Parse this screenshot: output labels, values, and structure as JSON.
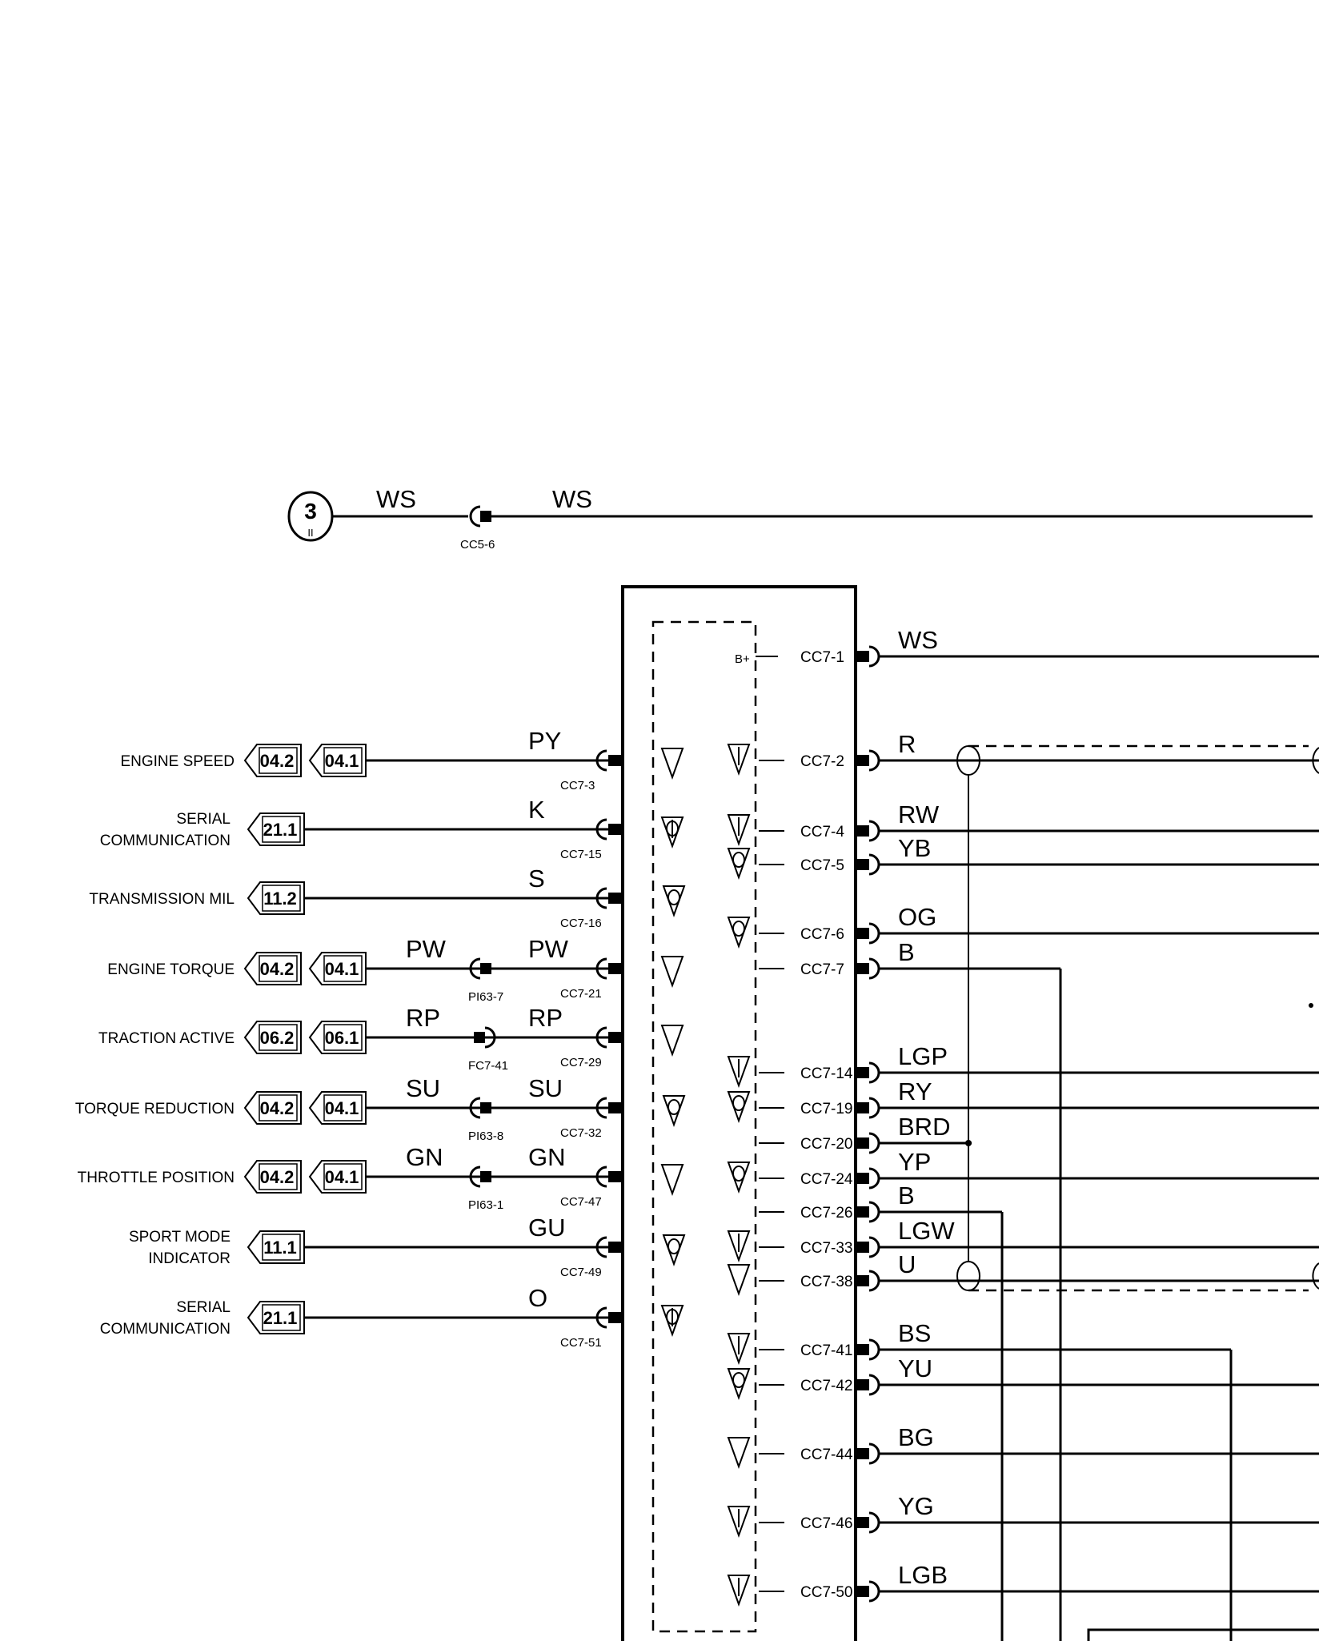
{
  "source": {
    "number": "3",
    "sub": "II",
    "wire_left": "WS",
    "connector": "CC5-6",
    "wire_right": "WS"
  },
  "supply": {
    "label": "B+"
  },
  "left_signals": [
    {
      "label": [
        "ENGINE SPEED"
      ],
      "refs": [
        "04.2",
        "04.1"
      ],
      "wire": "PY",
      "pin": "CC7-3",
      "arrow": "down"
    },
    {
      "label": [
        "SERIAL",
        "COMMUNICATION"
      ],
      "refs": [
        "21.1"
      ],
      "wire": "K",
      "pin": "CC7-15",
      "arrow": "dual"
    },
    {
      "label": [
        "TRANSMISSION MIL"
      ],
      "refs": [
        "11.2"
      ],
      "wire": "S",
      "pin": "CC7-16",
      "arrow": "out"
    },
    {
      "label": [
        "ENGINE TORQUE"
      ],
      "refs": [
        "04.2",
        "04.1"
      ],
      "wire": "PW",
      "mid_connector": "PI63-7",
      "mid_type": "socket",
      "wire2": "PW",
      "pin": "CC7-21",
      "arrow": "down"
    },
    {
      "label": [
        "TRACTION ACTIVE"
      ],
      "refs": [
        "06.2",
        "06.1"
      ],
      "wire": "RP",
      "mid_connector": "FC7-41",
      "mid_type": "plug",
      "wire2": "RP",
      "pin": "CC7-29",
      "arrow": "down"
    },
    {
      "label": [
        "TORQUE REDUCTION"
      ],
      "refs": [
        "04.2",
        "04.1"
      ],
      "wire": "SU",
      "mid_connector": "PI63-8",
      "mid_type": "socket",
      "wire2": "SU",
      "pin": "CC7-32",
      "arrow": "out"
    },
    {
      "label": [
        "THROTTLE POSITION"
      ],
      "refs": [
        "04.2",
        "04.1"
      ],
      "wire": "GN",
      "mid_connector": "PI63-1",
      "mid_type": "socket",
      "wire2": "GN",
      "pin": "CC7-47",
      "arrow": "down"
    },
    {
      "label": [
        "SPORT MODE",
        "INDICATOR"
      ],
      "refs": [
        "11.1"
      ],
      "wire": "GU",
      "pin": "CC7-49",
      "arrow": "out"
    },
    {
      "label": [
        "SERIAL",
        "COMMUNICATION"
      ],
      "refs": [
        "21.1"
      ],
      "wire": "O",
      "pin": "CC7-51",
      "arrow": "dual"
    }
  ],
  "right_pins": [
    {
      "pin": "CC7-1",
      "wire": "WS",
      "arrow": ""
    },
    {
      "pin": "CC7-2",
      "wire": "R",
      "arrow": "in"
    },
    {
      "pin": "CC7-4",
      "wire": "RW",
      "arrow": "in"
    },
    {
      "pin": "CC7-5",
      "wire": "YB",
      "arrow": "out"
    },
    {
      "pin": "CC7-6",
      "wire": "OG",
      "arrow": "out"
    },
    {
      "pin": "CC7-7",
      "wire": "B",
      "arrow": ""
    },
    {
      "pin": "CC7-14",
      "wire": "LGP",
      "arrow": "in"
    },
    {
      "pin": "CC7-19",
      "wire": "RY",
      "arrow": "out"
    },
    {
      "pin": "CC7-20",
      "wire": "BRD",
      "arrow": ""
    },
    {
      "pin": "CC7-24",
      "wire": "YP",
      "arrow": "out"
    },
    {
      "pin": "CC7-26",
      "wire": "B",
      "arrow": ""
    },
    {
      "pin": "CC7-33",
      "wire": "LGW",
      "arrow": "in"
    },
    {
      "pin": "CC7-38",
      "wire": "U",
      "arrow": "plain"
    },
    {
      "pin": "CC7-41",
      "wire": "BS",
      "arrow": "in"
    },
    {
      "pin": "CC7-42",
      "wire": "YU",
      "arrow": "out"
    },
    {
      "pin": "CC7-44",
      "wire": "BG",
      "arrow": "plain"
    },
    {
      "pin": "CC7-46",
      "wire": "YG",
      "arrow": "in"
    },
    {
      "pin": "CC7-50",
      "wire": "LGB",
      "arrow": "in"
    }
  ]
}
